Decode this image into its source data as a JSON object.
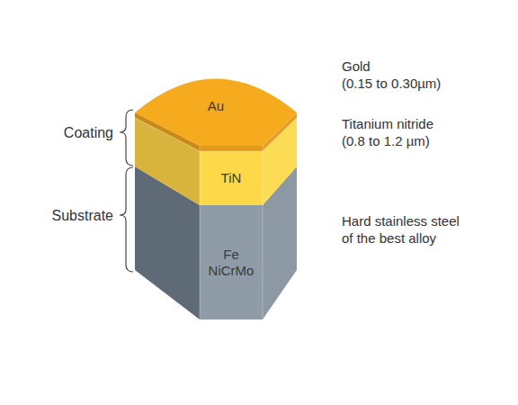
{
  "diagram": {
    "nodes": [
      {
        "text": [
          "Au"
        ]
      },
      {
        "text": [
          "TiN"
        ]
      },
      {
        "text": [
          "Fe NiCrMo"
        ]
      }
    ],
    "labels": [
      "Coating",
      "Substrate",
      "Gold (0.15 to 0.30µm)",
      "Titanium nitride (0.8 to 1.2 µm)",
      "Hard stainless steel of the best alloy"
    ]
  }
}
